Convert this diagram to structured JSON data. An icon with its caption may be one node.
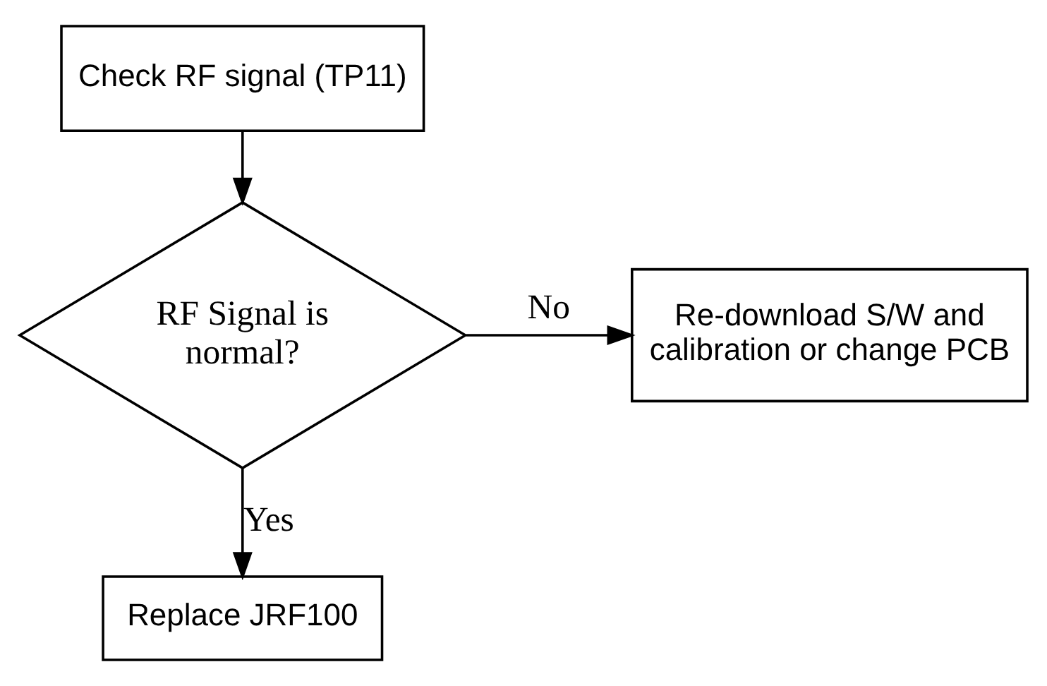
{
  "diagram": {
    "nodes": [
      {
        "text": [
          "Check RF signal (TP11)"
        ]
      },
      {
        "text": [
          "RF Signal is normal?"
        ]
      },
      {
        "text": [
          "Re-download S/W and calibration or change PCB"
        ]
      },
      {
        "text": [
          "Replace JRF100"
        ]
      }
    ],
    "edges": [
      {
        "from": 0,
        "to": 1,
        "arrow": "to"
      },
      {
        "from": 1,
        "to": 2,
        "arrow": "to",
        "label": "No"
      },
      {
        "from": 1,
        "to": 3,
        "arrow": "to",
        "label": "Yes"
      }
    ]
  }
}
